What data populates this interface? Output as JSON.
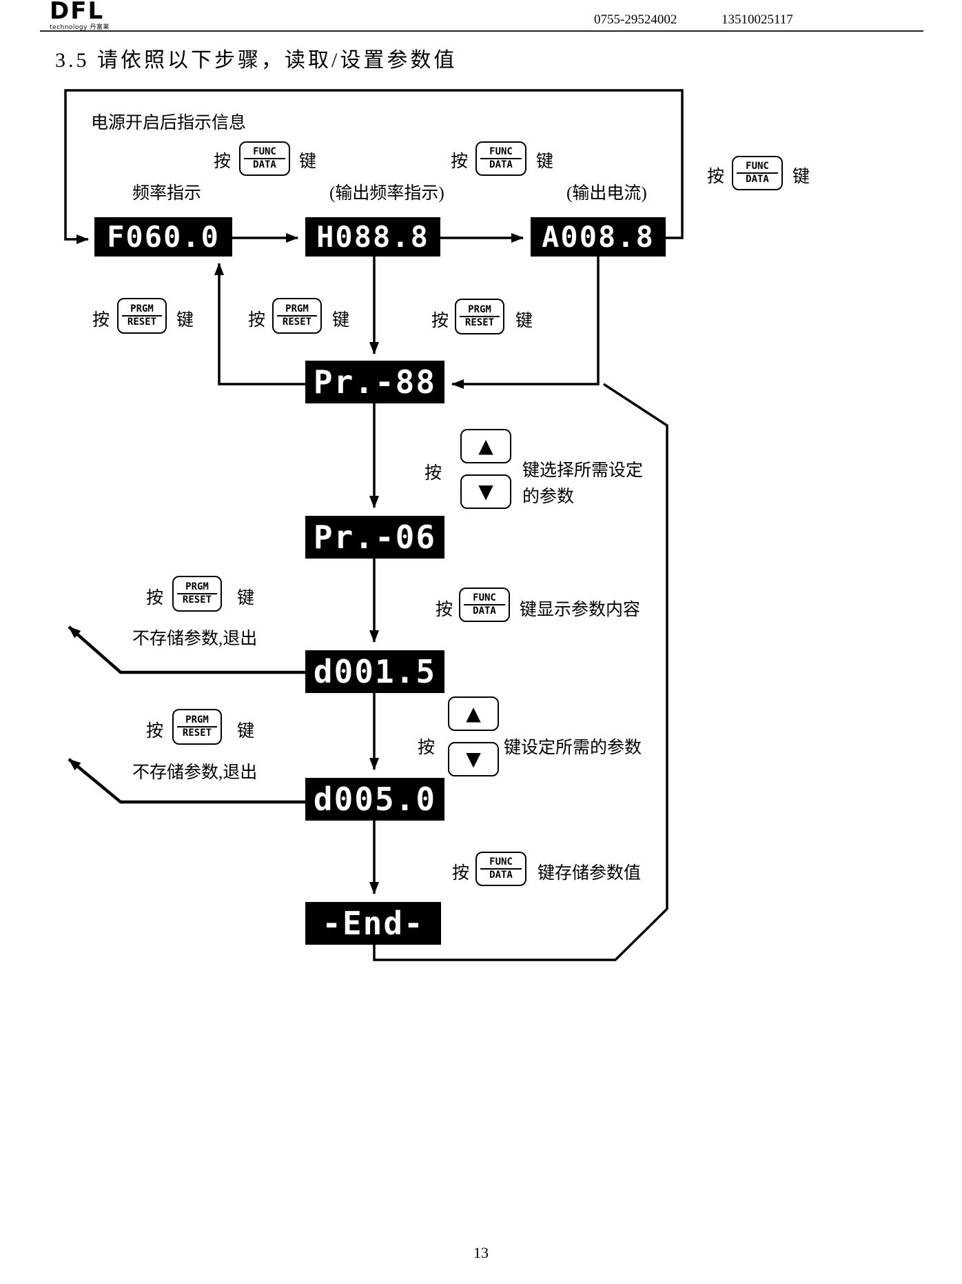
{
  "header": {
    "logo_main": "DFL",
    "logo_sub": "technology 丹富莱",
    "phone1": "0755-29524002",
    "phone2": "13510025117"
  },
  "title": "3.5 请依照以下步骤，读取/设置参数值",
  "flowchart": {
    "power_on_label": "电源开启后指示信息",
    "freq_label": "频率指示",
    "out_freq_label": "(输出频率指示)",
    "out_current_label": "(输出电流)",
    "press": "按",
    "key": "键",
    "func_data": {
      "top": "FUNC",
      "bottom": "DATA"
    },
    "prgm_reset": {
      "top": "PRGM",
      "bottom": "RESET"
    },
    "arrow_up": "▲",
    "arrow_down": "▼",
    "displays": {
      "freq": "F060.0",
      "out_freq": "H088.8",
      "out_current": "A008.8",
      "param_group": "Pr.-88",
      "param_select": "Pr.-06",
      "param_value": "d001.5",
      "param_new": "d005.0",
      "end": "-End-"
    },
    "notes": {
      "select_param_line1": "键选择所需设定",
      "select_param_line2": "的参数",
      "show_param": "键显示参数内容",
      "no_save_exit1": "不存储参数,退出",
      "no_save_exit2": "不存储参数,退出",
      "set_param": "键设定所需的参数",
      "save_param": "键存储参数值"
    }
  },
  "page_number": "13"
}
